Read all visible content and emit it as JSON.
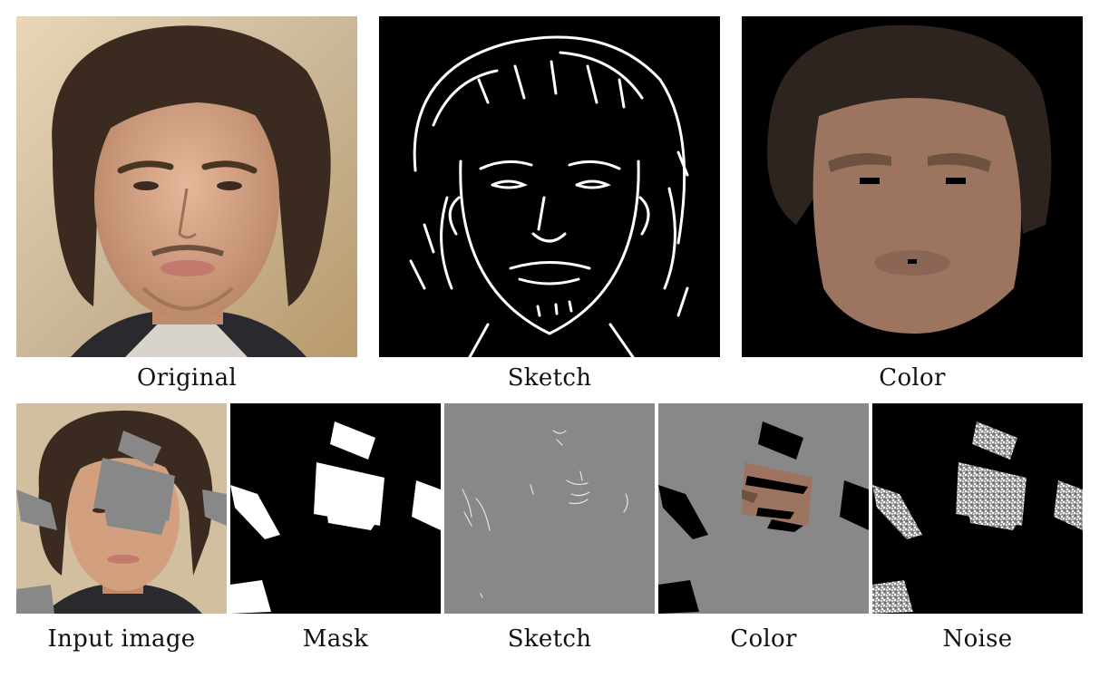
{
  "figure": {
    "top_row": {
      "original_caption": "Original",
      "sketch_caption": "Sketch",
      "color_caption": "Color"
    },
    "bottom_row": {
      "input_caption": "Input image",
      "mask_caption": "Mask",
      "sketch_caption": "Sketch",
      "color_caption": "Color",
      "noise_caption": "Noise"
    }
  },
  "colors": {
    "skin": "#c99a7c",
    "hair": "#3a2a20",
    "color_map_skin": "#9c7460",
    "color_map_hair": "#2e241f",
    "color_map_brow": "#6e5240",
    "gray_fill": "#888888"
  }
}
